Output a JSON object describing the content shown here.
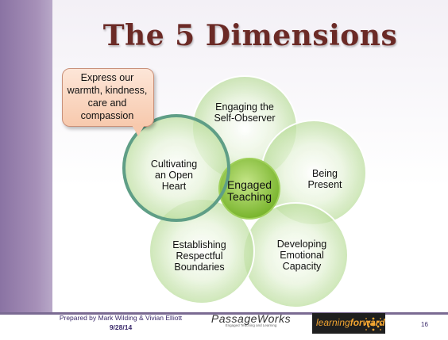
{
  "slide": {
    "title": "The 5 Dimensions",
    "page_number": "16"
  },
  "diagram": {
    "center_label": [
      "Engaged",
      "Teaching"
    ],
    "dimensions": [
      {
        "id": "self-observer",
        "lines": [
          "Engaging the",
          "Self-Observer"
        ]
      },
      {
        "id": "being-present",
        "lines": [
          "Being",
          "Present"
        ]
      },
      {
        "id": "emotional-capacity",
        "lines": [
          "Developing",
          "Emotional",
          "Capacity"
        ]
      },
      {
        "id": "respectful-boundaries",
        "lines": [
          "Establishing",
          "Respectful",
          "Boundaries"
        ]
      },
      {
        "id": "open-heart",
        "lines": [
          "Cultivating",
          "an Open",
          "Heart"
        ]
      }
    ],
    "callout_lines": [
      "Express our",
      "warmth, kindness,",
      "care and",
      "compassion"
    ],
    "colors": {
      "circle_fill": "#d4ecc0",
      "center_fill": "#8fc43f",
      "highlight_ring": "#5f9e86",
      "title_color": "#6b2a26"
    }
  },
  "footer": {
    "credit": "Prepared by Mark Wilding & Vivian Elliott",
    "date": "9/28/14",
    "logo_passageworks": "PassageWorks",
    "logo_passageworks_tagline": "Engaged Teaching and Learning",
    "logo_learningforward_prefix": "learning",
    "logo_learningforward_suffix": "forward"
  }
}
